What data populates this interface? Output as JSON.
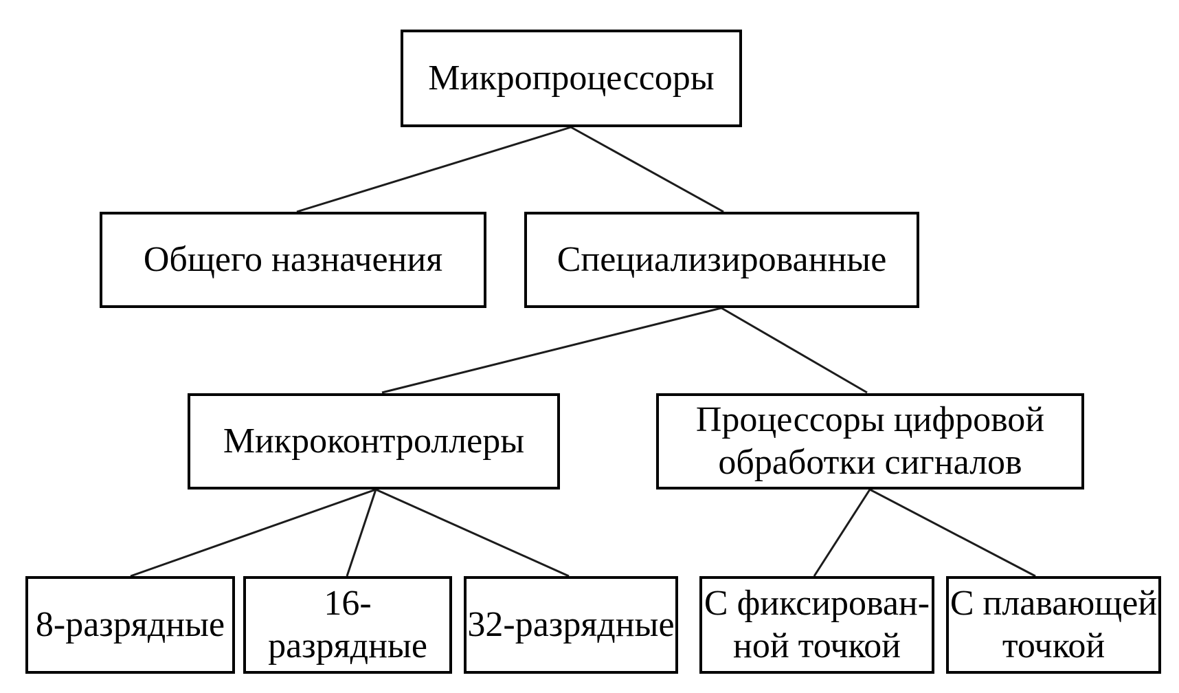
{
  "diagram": {
    "colors": {
      "background": "#ffffff",
      "box_fill": "#ffffff",
      "box_border": "#000000",
      "text": "#000000",
      "line": "#1c1c1c"
    },
    "nodes": {
      "root": {
        "label": "Микропроцессоры"
      },
      "general_purpose": {
        "label": "Общего назначения"
      },
      "specialized": {
        "label": "Специализированные"
      },
      "microcontrollers": {
        "label": "Микроконтроллеры"
      },
      "dsp": {
        "label": "Процессоры цифровой\nобработки сигналов"
      },
      "bit8": {
        "label": "8-разрядные"
      },
      "bit16": {
        "label": "16-разрядные"
      },
      "bit32": {
        "label": "32-разрядные"
      },
      "fixed_point": {
        "label": "С фиксирован-\nной точкой"
      },
      "floating_point": {
        "label": "С плавающей\nточкой"
      }
    },
    "edges": [
      {
        "from": "root",
        "to": "general_purpose"
      },
      {
        "from": "root",
        "to": "specialized"
      },
      {
        "from": "specialized",
        "to": "microcontrollers"
      },
      {
        "from": "specialized",
        "to": "dsp"
      },
      {
        "from": "microcontrollers",
        "to": "bit8"
      },
      {
        "from": "microcontrollers",
        "to": "bit16"
      },
      {
        "from": "microcontrollers",
        "to": "bit32"
      },
      {
        "from": "dsp",
        "to": "fixed_point"
      },
      {
        "from": "dsp",
        "to": "floating_point"
      }
    ]
  }
}
